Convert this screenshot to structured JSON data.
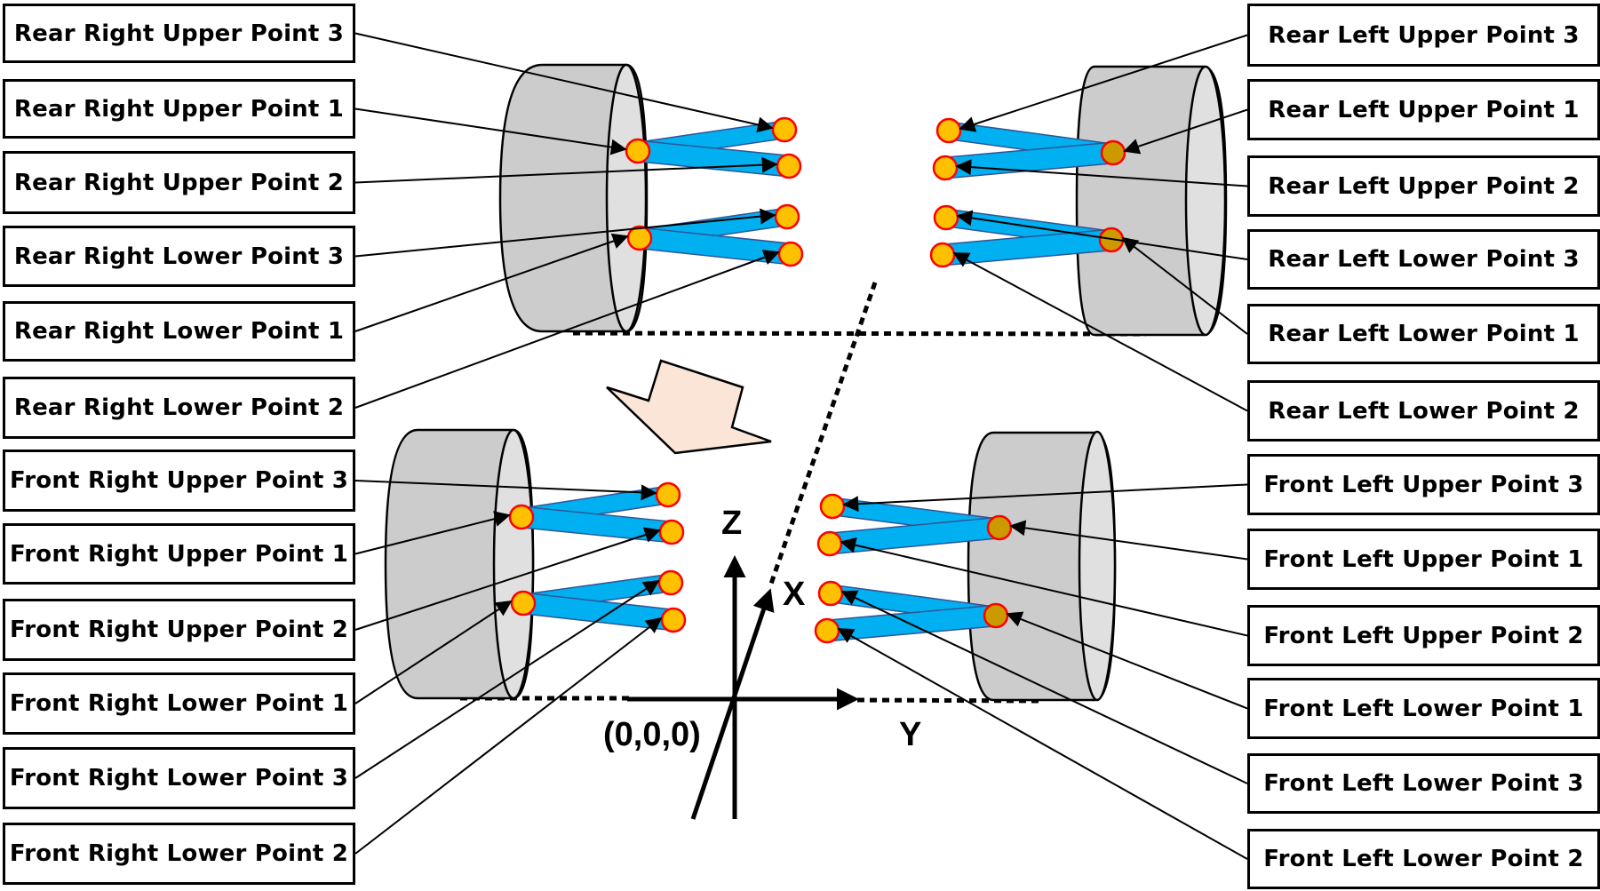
{
  "diagram": {
    "title": "Suspension hardpoint labeling — rear and front, left and right",
    "colors": {
      "link_fill": "#00B0F0",
      "link_stroke": "#2F5597",
      "link_overlap": "#0090C8",
      "point_fill": "#FFC000",
      "point_fill_inside": "#CC9900",
      "point_stroke": "#FF0000",
      "wheel_side": "#CCCCCC",
      "wheel_face": "#E0E0E0",
      "arrow_fill": "#FBE5D6",
      "line": "#000000"
    },
    "axes": {
      "z_label": "Z",
      "x_label": "X",
      "y_label": "Y",
      "origin_label": "(0,0,0)"
    },
    "right_labels": [
      {
        "id": "rr-up3",
        "text": "Rear Right Upper Point 3"
      },
      {
        "id": "rr-up1",
        "text": "Rear Right Upper Point 1"
      },
      {
        "id": "rr-up2",
        "text": "Rear Right Upper Point 2"
      },
      {
        "id": "rr-lo3",
        "text": "Rear Right Lower Point 3"
      },
      {
        "id": "rr-lo1",
        "text": "Rear Right Lower Point 1"
      },
      {
        "id": "rr-lo2",
        "text": "Rear Right Lower Point 2"
      },
      {
        "id": "fr-up3",
        "text": "Front Right Upper Point 3"
      },
      {
        "id": "fr-up1",
        "text": "Front Right Upper Point 1"
      },
      {
        "id": "fr-up2",
        "text": "Front Right Upper Point 2"
      },
      {
        "id": "fr-lo1",
        "text": "Front Right Lower Point 1"
      },
      {
        "id": "fr-lo3",
        "text": "Front Right Lower Point 3"
      },
      {
        "id": "fr-lo2",
        "text": "Front Right Lower Point 2"
      }
    ],
    "left_labels": [
      {
        "id": "rl-up3",
        "text": "Rear Left Upper Point 3"
      },
      {
        "id": "rl-up1",
        "text": "Rear Left Upper Point 1"
      },
      {
        "id": "rl-up2",
        "text": "Rear Left Upper Point 2"
      },
      {
        "id": "rl-lo3",
        "text": "Rear Left Lower Point 3"
      },
      {
        "id": "rl-lo1",
        "text": "Rear Left Lower Point 1"
      },
      {
        "id": "rl-lo2",
        "text": "Rear Left Lower Point 2"
      },
      {
        "id": "fl-up3",
        "text": "Front Left Upper Point 3"
      },
      {
        "id": "fl-up1",
        "text": "Front Left Upper Point 1"
      },
      {
        "id": "fl-up2",
        "text": "Front Left Upper Point 2"
      },
      {
        "id": "fl-lo1",
        "text": "Front Left Lower Point 1"
      },
      {
        "id": "fl-lo3",
        "text": "Front Left Lower Point 3"
      },
      {
        "id": "fl-lo2",
        "text": "Front Left Lower Point 2"
      }
    ]
  }
}
